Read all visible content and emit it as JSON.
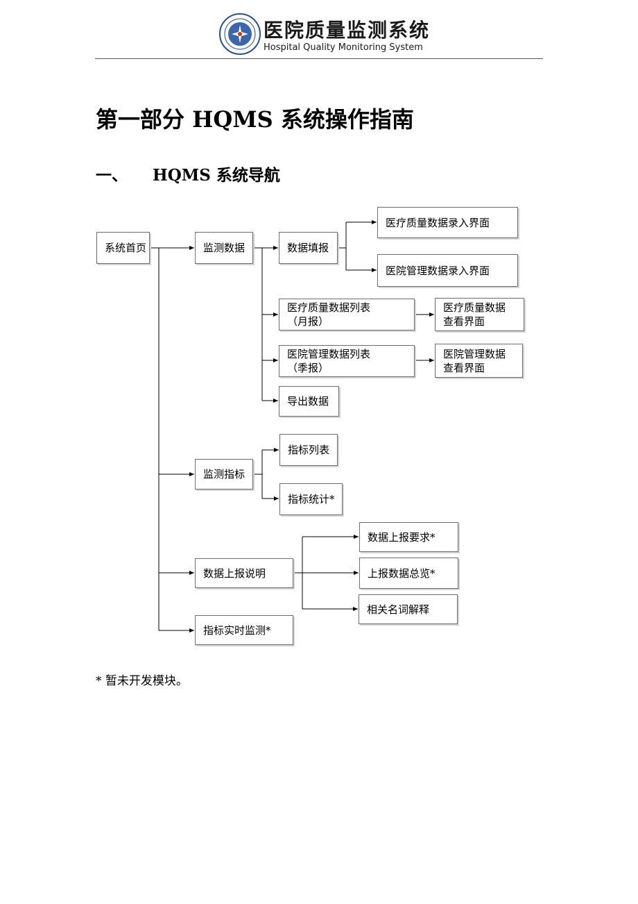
{
  "header": {
    "title_cn": "医院质量监测系统",
    "title_en": "Hospital Quality Monitoring System",
    "logo_icon": "hospital-emblem-icon",
    "logo_color": "#2a4f8a"
  },
  "document": {
    "part_title": "第一部分  HQMS 系统操作指南",
    "section_number": "一、",
    "section_title": "HQMS 系统导航",
    "footnote": "*  暂未开发模块。"
  },
  "nav_diagram": {
    "root": "系统首页",
    "monitor_data": {
      "label": "监测数据",
      "fill_report": {
        "label": "数据填报",
        "children": [
          "医疗质量数据录入界面",
          "医院管理数据录入界面"
        ]
      },
      "medical_quality_list": {
        "label": "医疗质量数据列表\n（月报）",
        "child": "医疗质量数据\n查看界面"
      },
      "hospital_mgmt_list": {
        "label": "医院管理数据列表\n（季报）",
        "child": "医院管理数据\n查看界面"
      },
      "export": "导出数据"
    },
    "monitor_indicators": {
      "label": "监测指标",
      "children": [
        "指标列表",
        "指标统计*"
      ]
    },
    "report_instructions": {
      "label": "数据上报说明",
      "children": [
        "数据上报要求*",
        "上报数据总览*",
        "相关名词解释"
      ]
    },
    "realtime_monitor": "指标实时监测*"
  }
}
